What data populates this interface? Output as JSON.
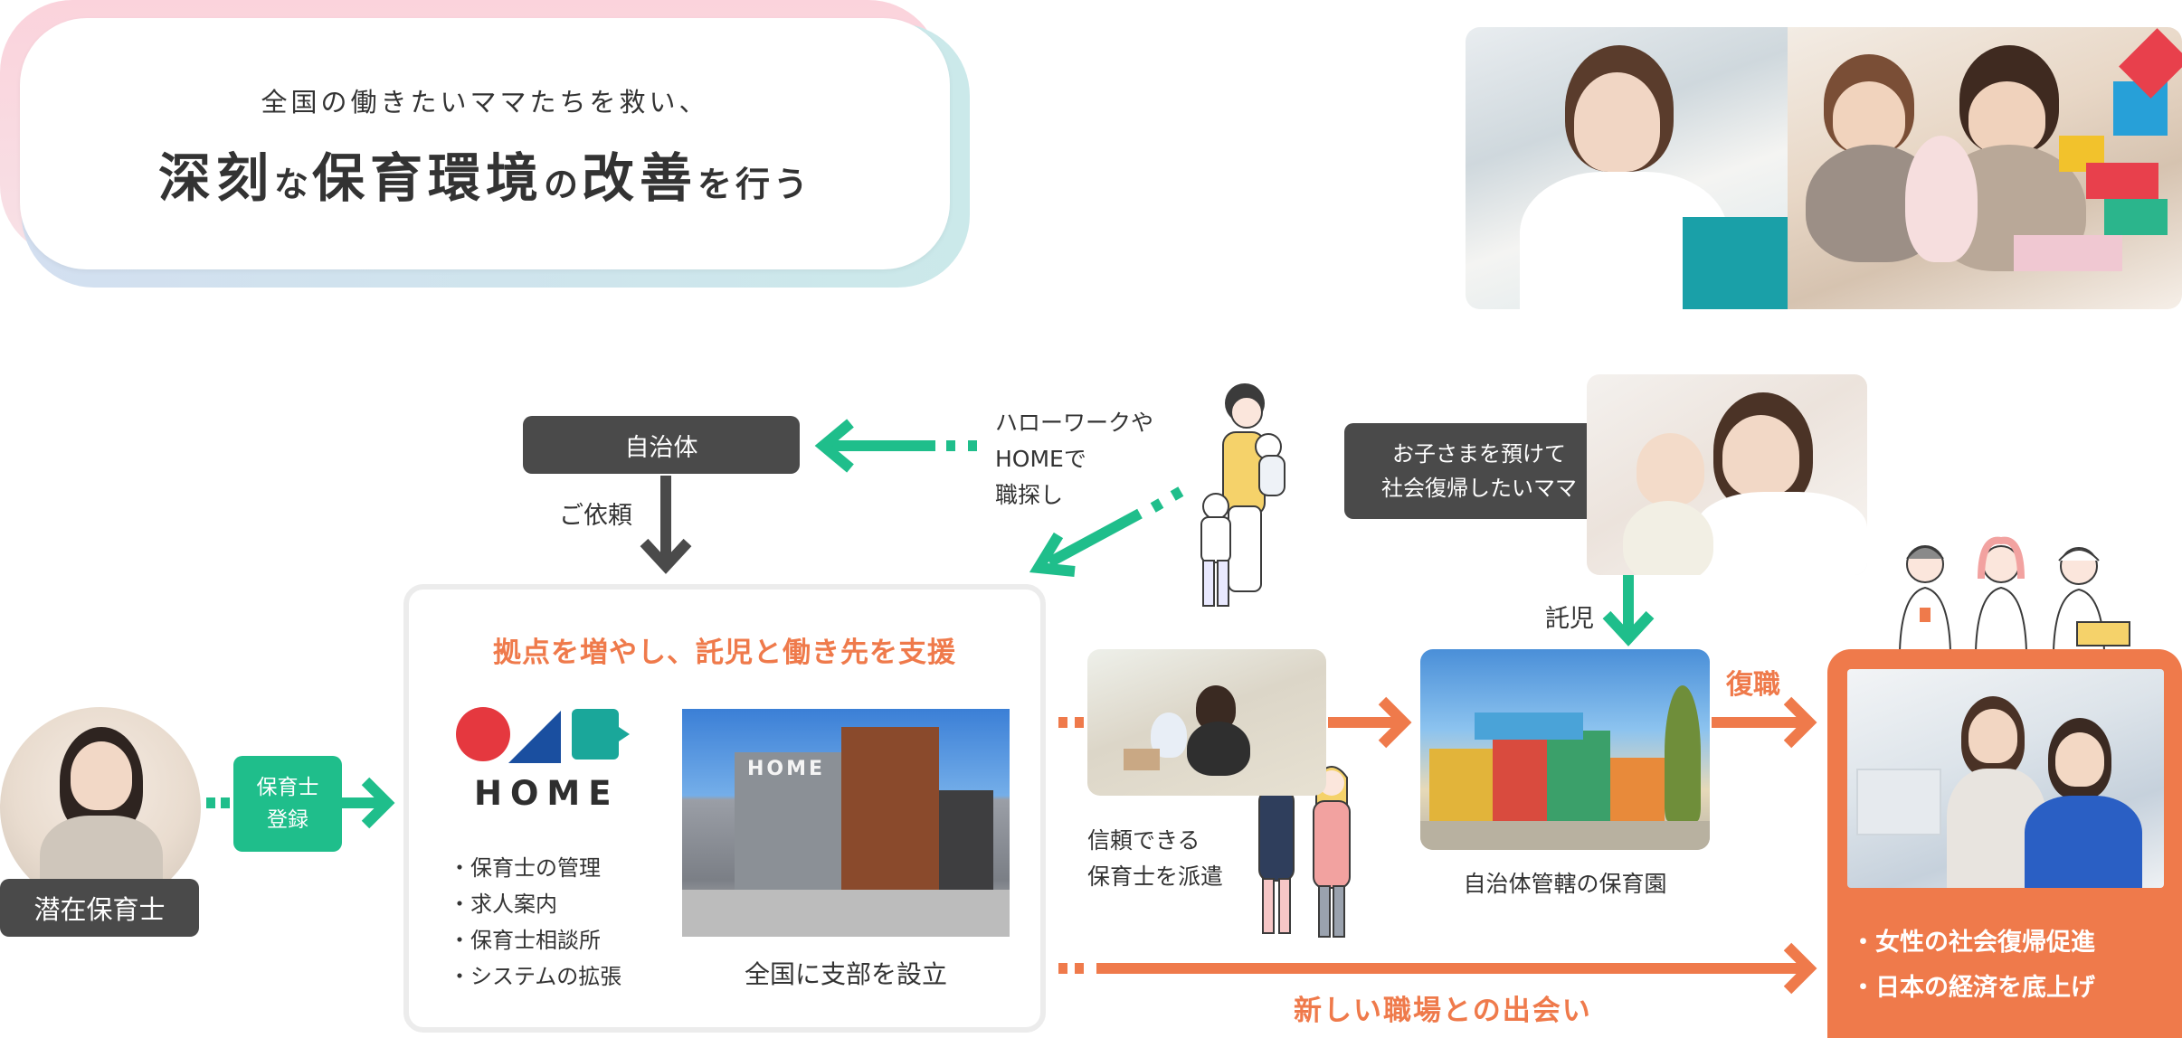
{
  "title_card": {
    "line1": "全国の働きたいママたちを救い、",
    "line2_parts": [
      "深刻",
      "な",
      "保育環境",
      "の",
      "改善",
      "を行う"
    ]
  },
  "labels": {
    "jichitai": "自治体",
    "irai": "ご依頼",
    "hellowork_lines": [
      "ハローワークや",
      "HOMEで",
      "職探し"
    ],
    "mama_pill_lines": [
      "お子さまを預けて",
      "社会復帰したいママ"
    ],
    "takuji": "託児",
    "fukushoku": "復職",
    "senzai": "潜在保育士",
    "register_lines": [
      "保育士",
      "登録"
    ],
    "shinrai_lines": [
      "信頼できる",
      "保育士を派遣"
    ],
    "nursery_caption": "自治体管轄の保育園",
    "atarashii": "新しい職場との出会い"
  },
  "center": {
    "title": "拠点を増やし、託児と働き先を支援",
    "logo_text": "HOME",
    "bullets": [
      "保育士の管理",
      "求人案内",
      "保育士相談所",
      "システムの拡張"
    ],
    "building_caption": "全国に支部を設立",
    "building_sign": "HOME"
  },
  "result": {
    "bullets": [
      "女性の社会復帰促進",
      "日本の経済を底上げ"
    ]
  },
  "colors": {
    "green": "#1fbe8b",
    "orange": "#ef7a4b",
    "dark": "#4a4a4a",
    "logo_red": "#e5383f",
    "logo_blue": "#1a4fa0",
    "logo_teal": "#1aa79a"
  }
}
